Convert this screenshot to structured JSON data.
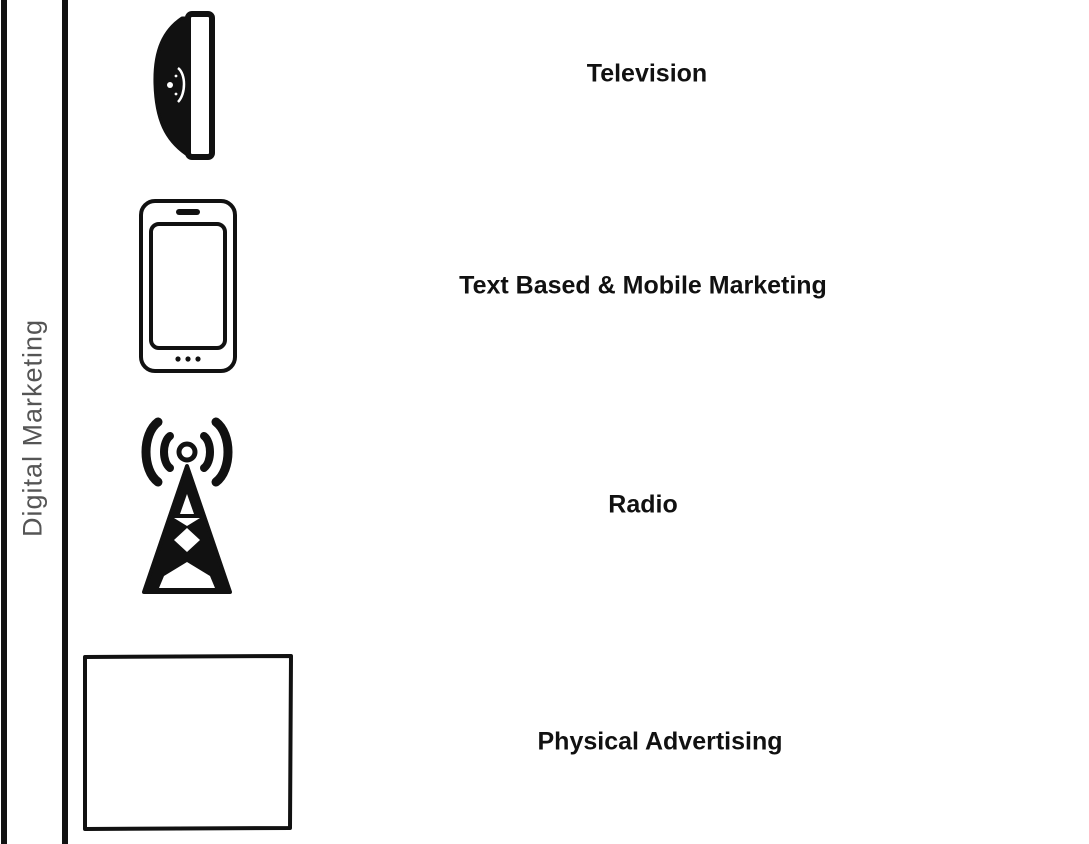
{
  "side_label": "Digital Marketing",
  "items": [
    {
      "icon": "television-icon",
      "label": "Television"
    },
    {
      "icon": "smartphone-icon",
      "label": "Text Based & Mobile Marketing"
    },
    {
      "icon": "radio-tower-icon",
      "label": "Radio"
    },
    {
      "icon": "blank-billboard-icon",
      "label": "Physical Advertising"
    }
  ],
  "colors": {
    "ink": "#111111",
    "side_label": "#555555",
    "background": "#ffffff"
  }
}
